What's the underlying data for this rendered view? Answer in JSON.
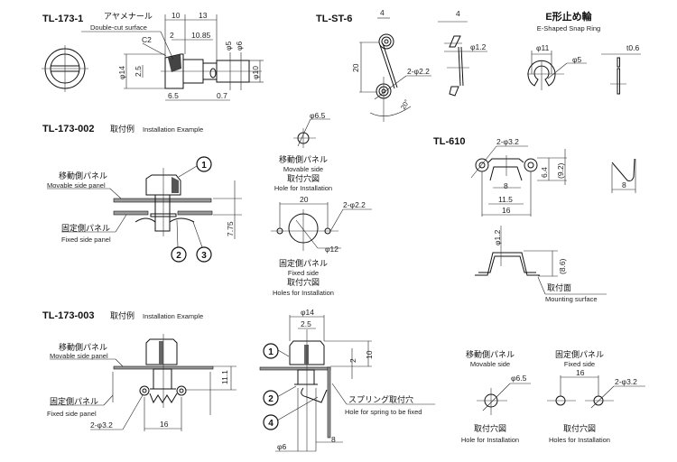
{
  "tl173_1": {
    "title": "TL-173-1",
    "knurl_jp": "アヤメナール",
    "knurl_en": "Double-cut surface",
    "dims": {
      "c2": "C2",
      "d10": "10",
      "d13": "13",
      "d2": "2",
      "d1085": "10.85",
      "phi5": "φ5",
      "phi6": "φ6",
      "phi14": "φ14",
      "d25": "2.5",
      "phi10": "φ10",
      "d65": "6.5",
      "d07": "0.7"
    }
  },
  "tlst6": {
    "title": "TL-ST-6",
    "dims": {
      "w4a": "4",
      "h20": "20",
      "holes": "2-φ2.2",
      "angle": "20°",
      "w4b": "4",
      "wire": "φ1.2"
    }
  },
  "ering": {
    "title_jp": "E形止め輪",
    "title_en": "E-Shaped Snap Ring",
    "dims": {
      "od": "φ11",
      "id": "φ5",
      "t": "t0.6"
    }
  },
  "tl173_002": {
    "title": "TL-173-002",
    "example_jp": "取付例",
    "example_en": "Installation Example",
    "movable_jp": "移動側パネル",
    "movable_en": "Movable side panel",
    "fixed_jp": "固定側パネル",
    "fixed_en": "Fixed side panel",
    "callouts": [
      "1",
      "2",
      "3"
    ],
    "dim": "7.75",
    "holes": {
      "phi65": "φ6.5",
      "mov_jp": "移動側パネル",
      "mov_en": "Movable side",
      "mov_hole_jp": "取付穴図",
      "mov_hole_en": "Hole for Installation",
      "d20": "20",
      "phi22": "2-φ2.2",
      "phi12": "φ12",
      "fix_jp": "固定側パネル",
      "fix_en": "Fixed side",
      "fix_hole_jp": "取付穴図",
      "fix_hole_en": "Holes for Installation"
    }
  },
  "tl610": {
    "title": "TL-610",
    "dims": {
      "holes": "2-φ3.2",
      "d64": "6.4",
      "d92": "(9.2)",
      "d8": "8",
      "d115": "11.5",
      "d16": "16",
      "side8": "8",
      "wire": "φ1.2",
      "d86": "(8.6)"
    },
    "mount_jp": "取付面",
    "mount_en": "Mounting surface"
  },
  "tl173_003": {
    "title": "TL-173-003",
    "example_jp": "取付例",
    "example_en": "Installation Example",
    "movable_jp": "移動側パネル",
    "movable_en": "Movable side panel",
    "fixed_jp": "固定側パネル",
    "fixed_en": "Fixed side panel",
    "holes": "2-φ3.2",
    "d16": "16",
    "d111": "11.1",
    "side": {
      "phi14": "φ14",
      "d25": "2.5",
      "d2": "2",
      "d10": "10",
      "spring_jp": "スプリング取付穴",
      "spring_en": "Hole for spring to be fixed",
      "d8": "8",
      "phi6": "φ6",
      "callouts": [
        "1",
        "2",
        "4"
      ]
    },
    "hole_views": {
      "mov_jp": "移動側パネル",
      "mov_en": "Movable side",
      "phi65": "φ6.5",
      "mov_hole_jp": "取付穴図",
      "mov_hole_en": "Hole for Installation",
      "fix_jp": "固定側パネル",
      "fix_en": "Fixed side",
      "d16": "16",
      "phi32": "2-φ3.2",
      "fix_hole_jp": "取付穴図",
      "fix_hole_en": "Holes for Installation"
    }
  }
}
